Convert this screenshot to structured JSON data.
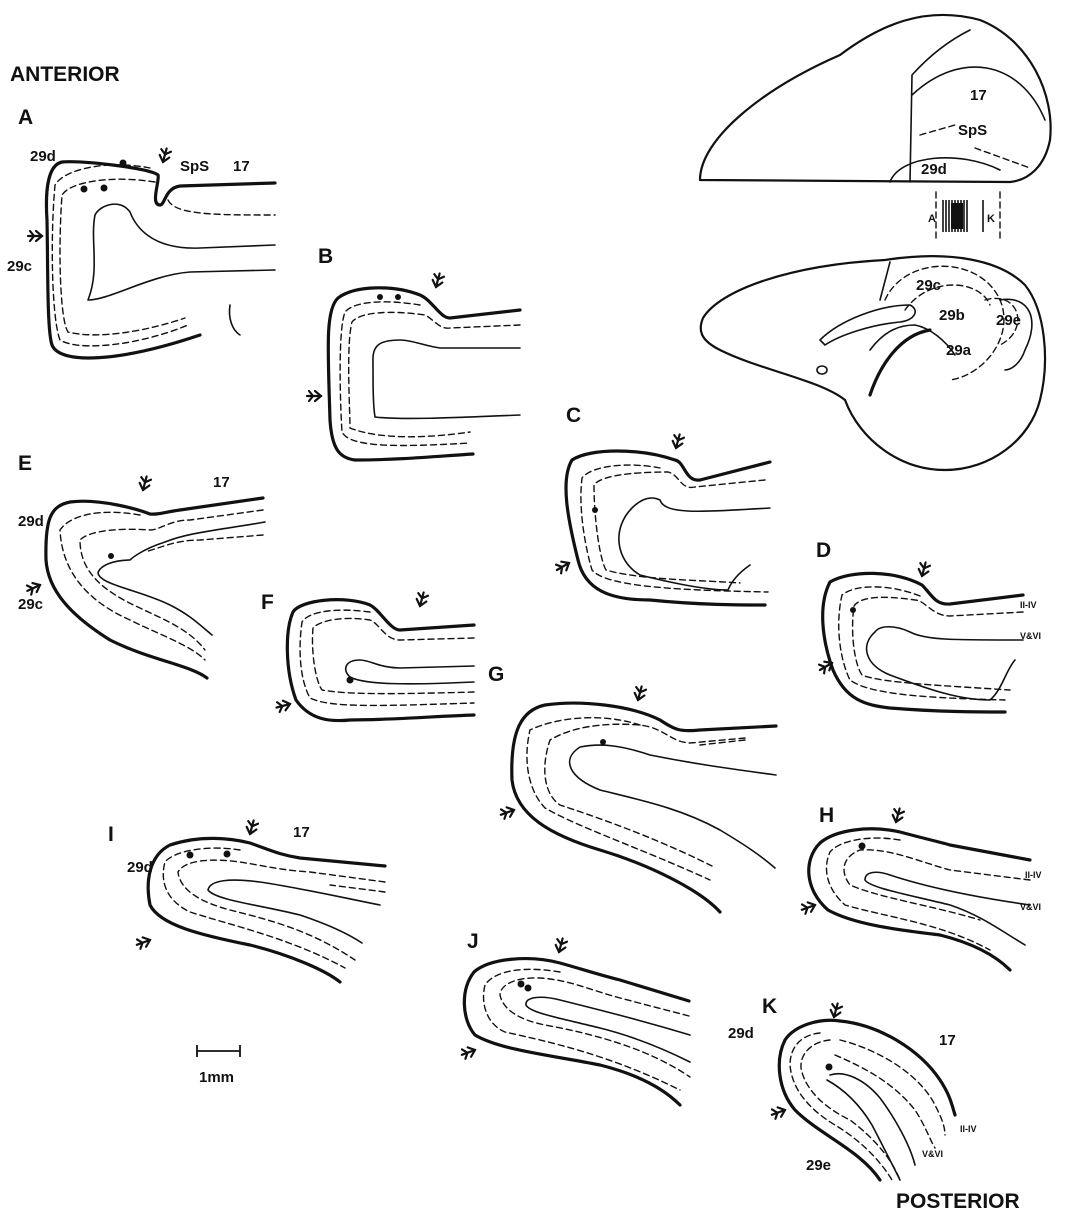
{
  "orientation": {
    "top": "ANTERIOR",
    "bottom": "POSTERIOR"
  },
  "scale_bar": {
    "label": "1mm"
  },
  "brain_lateral": {
    "area_17": "17",
    "sps": "SpS",
    "area_29d": "29d",
    "level_a": "A",
    "level_k": "K"
  },
  "brain_medial": {
    "area_29c": "29c",
    "area_29b": "29b",
    "area_29e": "29e",
    "area_29a": "29a"
  },
  "sections": {
    "A": {
      "letter": "A",
      "label_29d": "29d",
      "label_29c": "29c",
      "label_sps": "SpS",
      "label_17": "17"
    },
    "B": {
      "letter": "B"
    },
    "C": {
      "letter": "C"
    },
    "D": {
      "letter": "D",
      "layer_upper": "II-IV",
      "layer_lower": "V&VI"
    },
    "E": {
      "letter": "E",
      "label_29d": "29d",
      "label_29c": "29c",
      "label_17": "17"
    },
    "F": {
      "letter": "F"
    },
    "G": {
      "letter": "G"
    },
    "H": {
      "letter": "H",
      "layer_upper": "II-IV",
      "layer_lower": "V&VI"
    },
    "I": {
      "letter": "I",
      "label_29d": "29d",
      "label_17": "17"
    },
    "J": {
      "letter": "J"
    },
    "K": {
      "letter": "K",
      "label_29d": "29d",
      "label_17": "17",
      "label_29e": "29e",
      "layer_upper": "II-IV",
      "layer_lower": "V&VI"
    }
  }
}
